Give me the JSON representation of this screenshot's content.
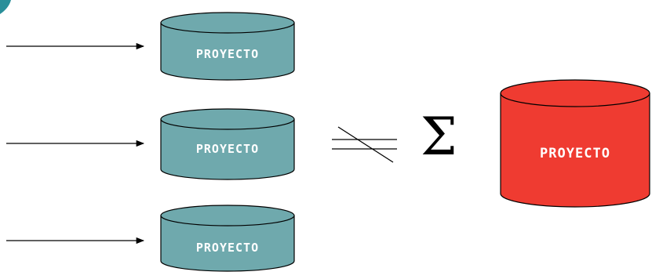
{
  "colors": {
    "cylinder_teal": "#6fa9ad",
    "cylinder_red": "#ef3b31",
    "corner_accent": "#2a8f9a",
    "stroke": "#000000"
  },
  "icons": {
    "arrow": "arrow-right-icon",
    "not_equal": "not-equal-icon",
    "sum": "sigma-icon"
  },
  "diagram": {
    "projects": [
      {
        "label": "PROYECTO"
      },
      {
        "label": "PROYECTO"
      },
      {
        "label": "PROYECTO"
      }
    ],
    "operator_sum": "Σ",
    "result": {
      "label": "PROYECTO"
    }
  }
}
